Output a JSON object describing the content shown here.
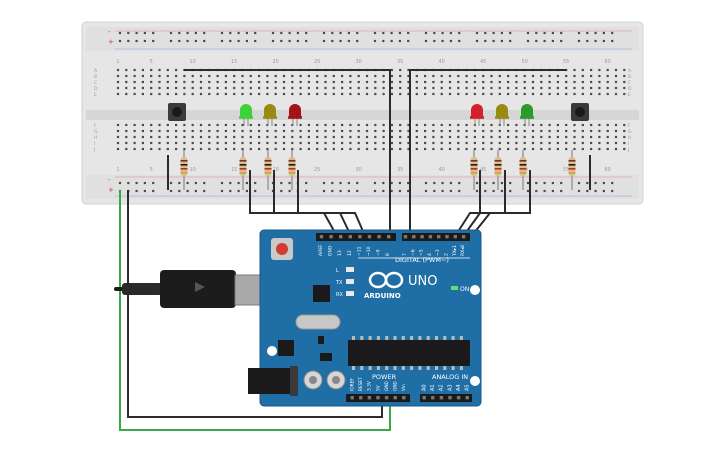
{
  "breadboard": {
    "column_numbers": [
      "1",
      "5",
      "10",
      "15",
      "20",
      "25",
      "30",
      "35",
      "40",
      "45",
      "50",
      "55",
      "60"
    ],
    "row_letters_top": [
      "A",
      "B",
      "C",
      "D",
      "E"
    ],
    "row_letters_bottom": [
      "F",
      "G",
      "H",
      "I",
      "J"
    ],
    "rail_plus": "+",
    "rail_minus": "-"
  },
  "arduino": {
    "model": "UNO",
    "brand": "ARDUINO",
    "digital_label": "DIGITAL (PWM~)",
    "power_label": "POWER",
    "analog_label": "ANALOG IN",
    "on_label": "ON",
    "led_labels": [
      "L",
      "TX",
      "RX"
    ],
    "top_header_labels": [
      "AREF",
      "GND",
      "13",
      "12",
      "~11",
      "~10",
      "~9",
      "8",
      "7",
      "~6",
      "~5",
      "4",
      "~3",
      "2",
      "TX▸1",
      "RX◂0"
    ],
    "power_pin_labels": [
      "IOREF",
      "RESET",
      "3.3V",
      "5V",
      "GND",
      "GND",
      "Vin"
    ],
    "analog_pin_labels": [
      "A0",
      "A1",
      "A2",
      "A3",
      "A4",
      "A5"
    ]
  },
  "leds": [
    {
      "id": "left-green",
      "color": "#3ed13a"
    },
    {
      "id": "left-yellow",
      "color": "#9a8a10"
    },
    {
      "id": "left-red",
      "color": "#a0141a"
    },
    {
      "id": "right-red",
      "color": "#d42028"
    },
    {
      "id": "right-yellow",
      "color": "#9a8a10"
    },
    {
      "id": "right-green",
      "color": "#2a9a2a"
    }
  ],
  "colors": {
    "breadboard": "#e6e6e6",
    "board": "#1f6fa6",
    "wire": "#2b2b2b",
    "wire_power": "#3aa84a"
  }
}
